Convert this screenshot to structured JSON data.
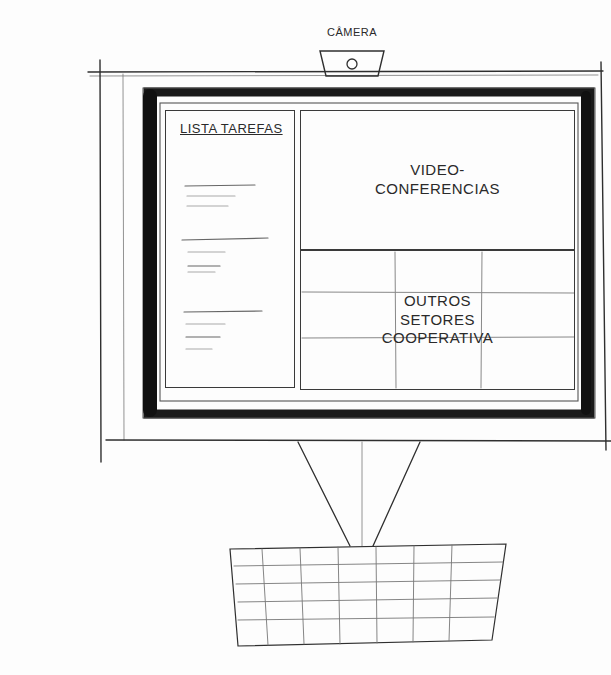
{
  "diagram": {
    "nodes": [
      {
        "text": [
          "CÂMERA"
        ]
      },
      {
        "text": [
          "LISTA TAREFAS"
        ]
      },
      {
        "text": [
          "VIDEO- CONFERENCIAS"
        ]
      },
      {
        "text": [
          "OUTROS SETORES COOPERATIVA"
        ]
      }
    ],
    "edges": []
  }
}
